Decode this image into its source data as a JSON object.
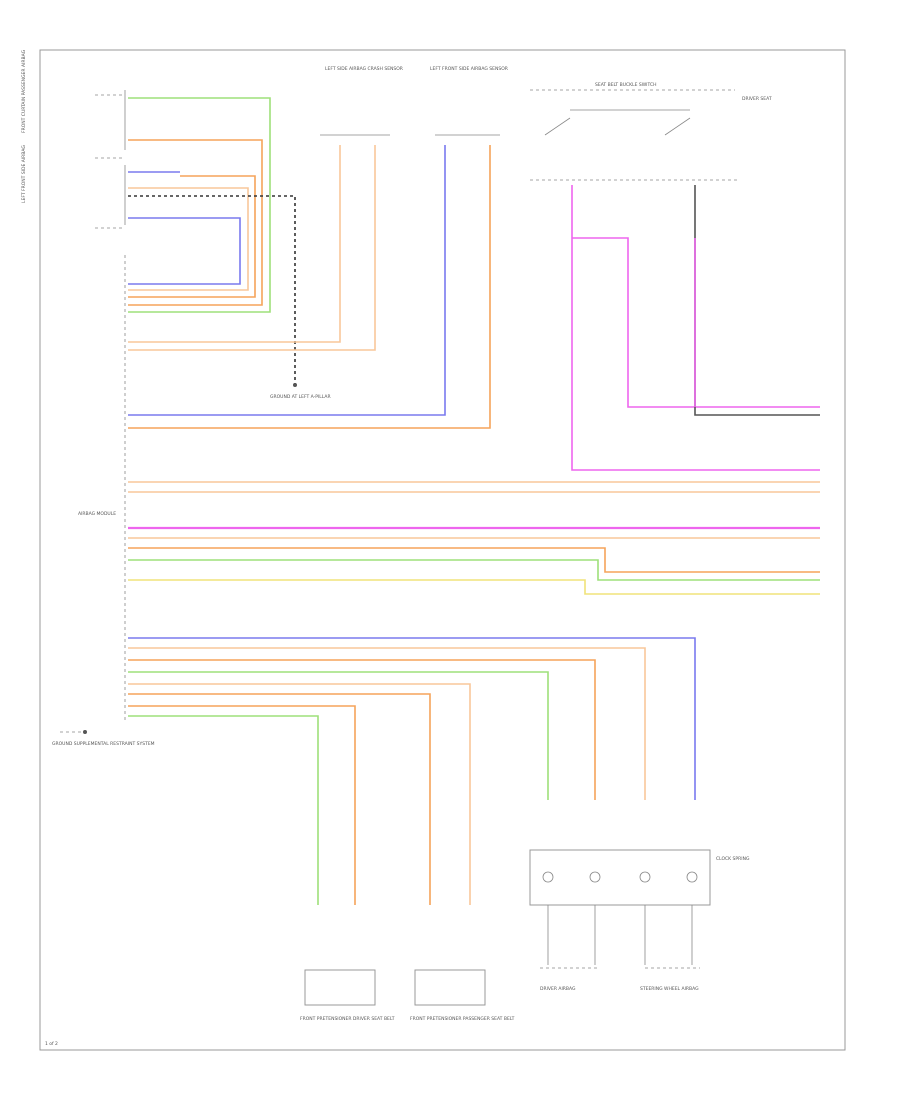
{
  "labels": {
    "top_left_component_1": "FRONT CURTAIN PASSENGER AIRBAG",
    "top_left_component_2": "LEFT FRONT SIDE AIRBAG",
    "top_mid_sensor_1": "LEFT SIDE AIRBAG CRASH SENSOR",
    "top_mid_sensor_2": "LEFT FRONT SIDE AIRBAG SENSOR",
    "top_right_switch": "SEAT BELT BUCKLE SWITCH",
    "top_right_switch_sub": "DRIVER SEAT",
    "airbag_module": "AIRBAG MODULE",
    "ground_note": "GROUND AT LEFT A-PILLAR",
    "left_ground_note": "GROUND SUPPLEMENTAL RESTRAINT SYSTEM",
    "clock_spring": "CLOCK SPRING",
    "bottom_left_1": "FRONT PRETENSIONER DRIVER SEAT BELT",
    "bottom_left_2": "FRONT PRETENSIONER PASSENGER SEAT BELT",
    "bottom_right_1": "DRIVER AIRBAG",
    "bottom_right_2": "STEERING WHEEL AIRBAG",
    "footer": "1 of 2"
  },
  "wire_colors": {
    "green": "#9ee07a",
    "orange": "#f5a35a",
    "light_orange": "#f8c79a",
    "blue": "#7a7aee",
    "magenta": "#ee66ee",
    "yellow": "#f0e37a",
    "gray": "#999999",
    "black": "#333333"
  }
}
